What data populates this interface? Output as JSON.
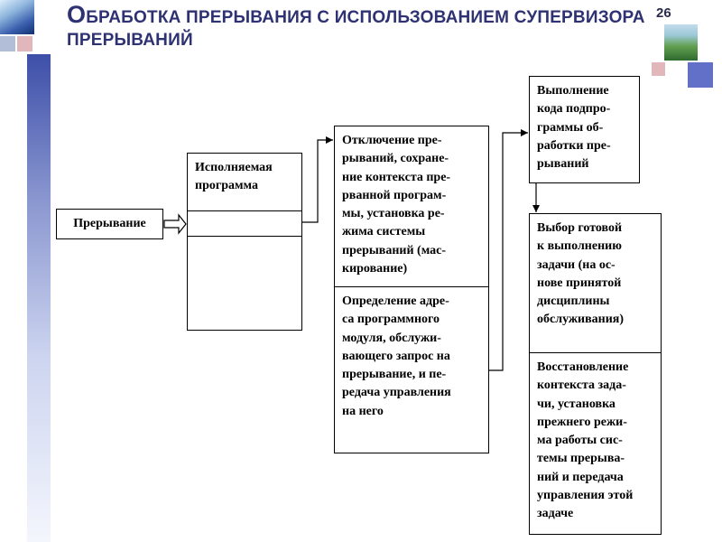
{
  "slide": {
    "number": "26",
    "title": "Обработка прерывания с использованием супервизора прерываний"
  },
  "diagram": {
    "interrupt": {
      "label": "Прерывание"
    },
    "program": {
      "label": "Исполняемая\nпрограмма"
    },
    "disable_save": {
      "text": "Отключение пре-\nрываний, сохране-\nние контекста пре-\nрванной програм-\nмы, установка ре-\nжима системы\nпрерываний (мас-\nкирование)"
    },
    "find_module": {
      "text": "Определение адре-\nса программного\nмодуля, обслужи-\nвающего запрос на\nпрерывание, и пе-\nредача управления\nна него"
    },
    "run_handler": {
      "text": "Выполнение\nкода подпро-\nграммы об-\nработки пре-\nрываний"
    },
    "select_task": {
      "text": "Выбор готовой\nк выполнению\nзадачи (на ос-\nнове принятой\nдисциплины\nобслуживания)"
    },
    "restore_context": {
      "text": "Восстановление\nконтекста зада-\nчи, установка\nпрежнего режи-\nма работы сис-\nтемы прерыва-\nний и передача\nуправления этой\nзадаче"
    }
  },
  "colors": {
    "title_navy": "#2e3272",
    "accent_bar_top": "#3d4fa8",
    "periwinkle_square": "#6370c8",
    "pink_square": "#e2b7bc",
    "pale_blue_square": "#b2bdd8",
    "box_border": "#000000",
    "background": "#ffffff"
  }
}
